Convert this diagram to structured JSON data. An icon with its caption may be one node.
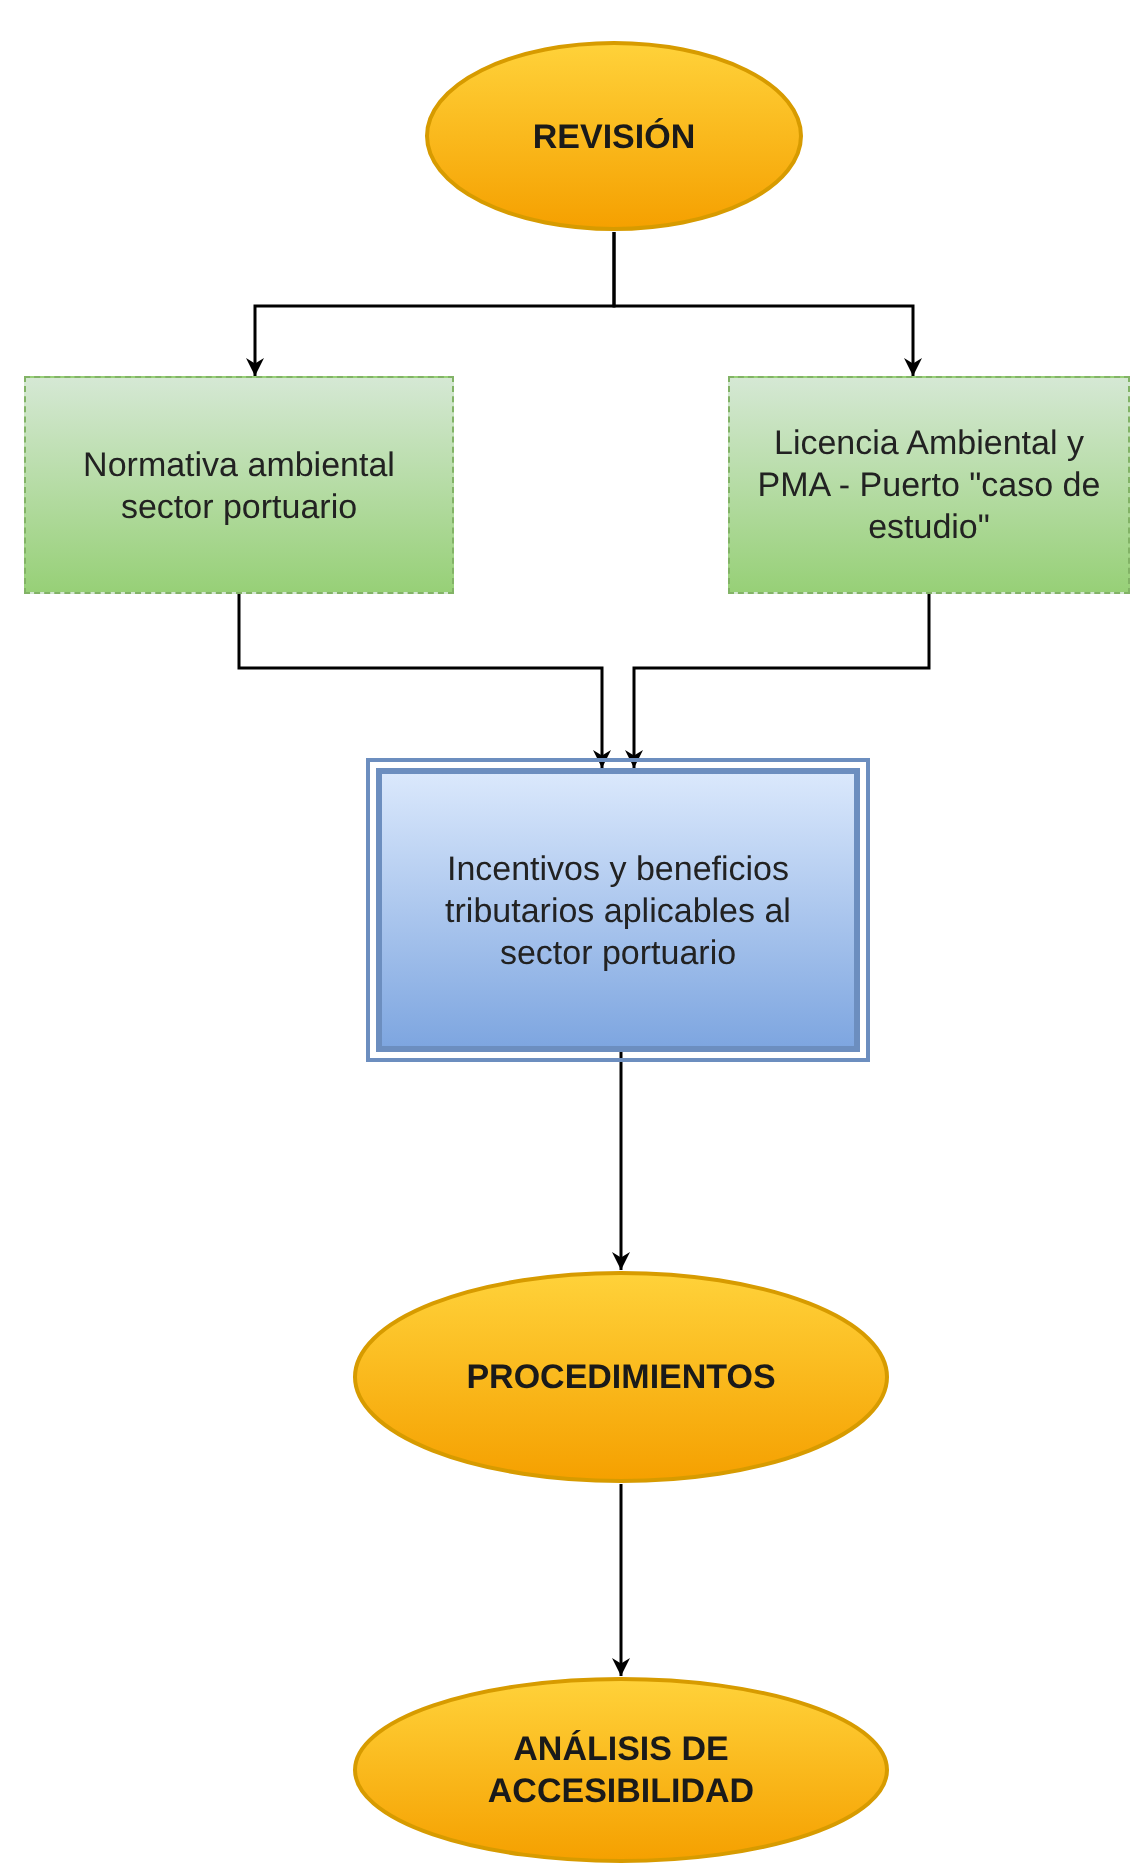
{
  "diagram": {
    "nodes": [
      {
        "text": [
          "REVISIÓN"
        ]
      },
      {
        "text": [
          "Normativa ambiental sector portuario"
        ]
      },
      {
        "text": [
          "Licencia Ambiental y PMA - Puerto \"caso de estudio\""
        ]
      },
      {
        "text": [
          "Incentivos y beneficios tributarios aplicables al sector portuario"
        ]
      },
      {
        "text": [
          "PROCEDIMIENTOS"
        ]
      },
      {
        "text": [
          "ANÁLISIS DE ACCESIBILIDAD"
        ]
      }
    ],
    "edges": [
      {
        "from": 0,
        "to": 1,
        "arrow": "to"
      },
      {
        "from": 0,
        "to": 2,
        "arrow": "to"
      },
      {
        "from": 1,
        "to": 3,
        "arrow": "to"
      },
      {
        "from": 2,
        "to": 3,
        "arrow": "to"
      },
      {
        "from": 3,
        "to": 4,
        "arrow": "to"
      },
      {
        "from": 4,
        "to": 5,
        "arrow": "to"
      }
    ]
  }
}
